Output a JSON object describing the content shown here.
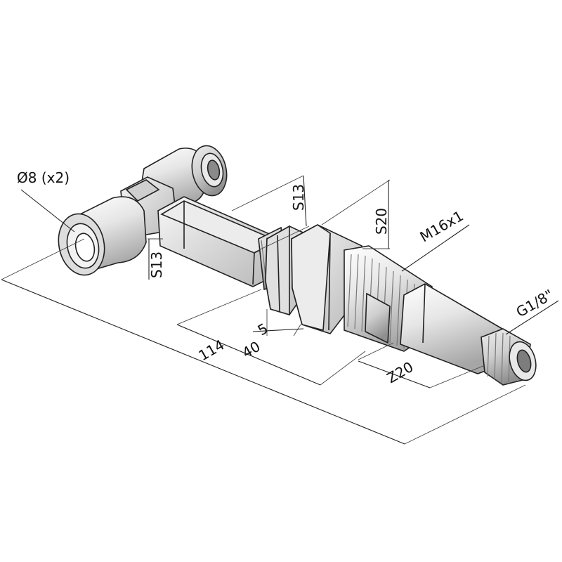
{
  "drawing": {
    "part": "bulkhead-tee-fitting",
    "colors": {
      "line": "#222222",
      "metal_light": "#f2f2f2",
      "metal_mid": "#d4d4d4",
      "metal_dark": "#9e9e9e",
      "background": "#ffffff"
    },
    "dimensions": {
      "tube_diameter": "Ø8 (x2)",
      "hex_s13_top": "S13",
      "hex_s13_left": "S13",
      "nut_s20": "S20",
      "thread_m16": "M16x1",
      "thread_g18": "G1/8\"",
      "nut_thickness": "5",
      "length_40": "40",
      "length_z20": "Z20",
      "overall_114": "114"
    }
  }
}
